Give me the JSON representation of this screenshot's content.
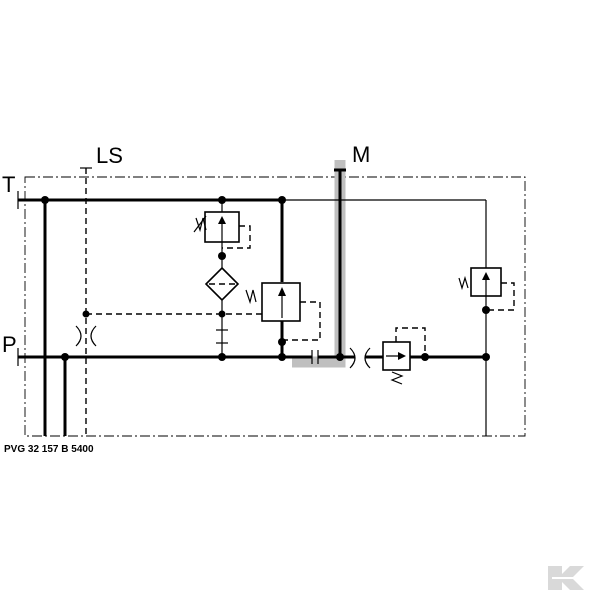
{
  "labels": {
    "t_port": "T",
    "p_port": "P",
    "ls_port": "LS",
    "m_port": "M",
    "part_code": "PVG 32 157 B 5400"
  },
  "colors": {
    "line": "#000000",
    "highlight": "#bfbfbf",
    "logo": "#d9d9d9"
  },
  "icons": {
    "logo": "kramp-logo-icon"
  }
}
